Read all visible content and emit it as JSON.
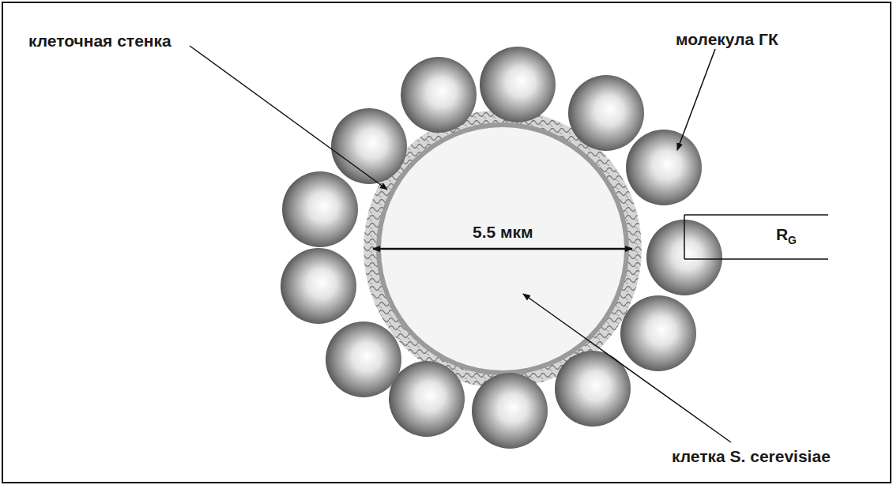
{
  "diagram": {
    "labels": [
      "клеточная стенка",
      "молекула ГК",
      "5.5 мкм",
      "R",
      "G",
      "клетка S. cerevisiae"
    ]
  }
}
